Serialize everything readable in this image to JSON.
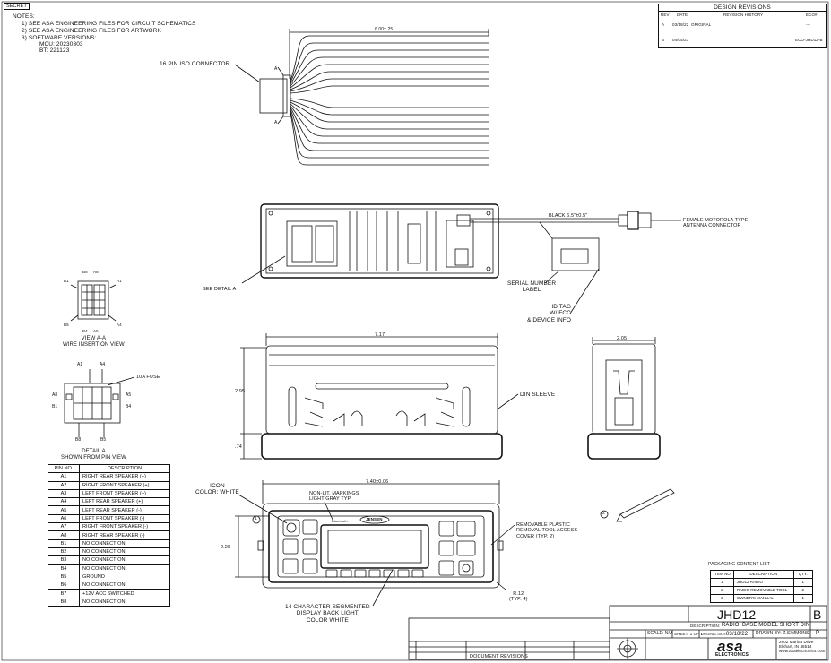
{
  "sheet_tag": "SECRET",
  "notes": {
    "title": "NOTES:",
    "lines": [
      "1) SEE ASA ENGINEERING FILES FOR CIRCUIT SCHEMATICS",
      "2) SEE ASA ENGINEERING FILES FOR ARTWORK",
      "3) SOFTWARE VERSIONS:",
      "MCU: 20230303",
      "BT: 221123"
    ]
  },
  "design_revisions": {
    "title": "DESIGN REVISIONS",
    "headers": [
      "REV",
      "DATE",
      "REVISION HISTORY",
      "ECO#"
    ],
    "rows": [
      [
        "A",
        "03/18/22",
        "ORIGINAL",
        "---"
      ],
      [
        "B",
        "04/05/23",
        "",
        "ECO-JHD12-B"
      ]
    ]
  },
  "callouts": {
    "iso_connector": "16 PIN ISO CONNECTOR",
    "dim_wire_length": "6.00±.25",
    "black_cable": "BLACK 6.5\"±0.5\"",
    "antenna": "FEMALE MOTOROLA TYPE\nANTENNA CONNECTOR",
    "serial": "SERIAL NUMBER\nLABEL",
    "id_tag": "ID TAG\nW/ FCC\n& DEVICE INFO",
    "see_detail": "SEE DETAIL A",
    "din_sleeve": "DIN SLEEVE",
    "icon_color": "ICON\nCOLOR: WHITE",
    "nonlit": "NON-LIT. MARKINGS\nLIGHT GRAY TYP.",
    "removable": "REMOVABLE PLASTIC\nREMOVAL TOOL ACCESS\nCOVER (TYP. 2)",
    "display": "14 CHARACTER SEGMENTED\nDISPLAY BACK LIGHT\nCOLOR WHITE",
    "radius": "R.12\n(TYP. 4)",
    "fuse": "10A FUSE"
  },
  "dimensions": {
    "width_717": "7.17",
    "height_295": "2.95",
    "offset_74": ".74",
    "depth_205": "2.05",
    "front_width": "7.40±0.06",
    "front_height": "2.28"
  },
  "view_aa": {
    "title": "VIEW A-A\nWIRE INSERTION VIEW",
    "labels": [
      "B8",
      "A8",
      "B1",
      "A1",
      "B5",
      "B4",
      "A5",
      "A4"
    ]
  },
  "detail_a": {
    "title": "DETAIL A\nSHOWN FROM PIN VIEW",
    "labels": [
      "A1",
      "A4",
      "A8",
      "A5",
      "B1",
      "B4",
      "B8",
      "B5"
    ]
  },
  "pin_table": {
    "headers": [
      "PIN NO.",
      "DESCRIPTION"
    ],
    "rows": [
      [
        "A1",
        "RIGHT REAR SPEAKER (+)"
      ],
      [
        "A2",
        "RIGHT FRONT SPEAKER (+)"
      ],
      [
        "A3",
        "LEFT FRONT SPEAKER (+)"
      ],
      [
        "A4",
        "LEFT REAR SPEAKER (+)"
      ],
      [
        "A5",
        "LEFT REAR SPEAKER (-)"
      ],
      [
        "A6",
        "LEFT FRONT SPEAKER (-)"
      ],
      [
        "A7",
        "RIGHT FRONT SPEAKER (-)"
      ],
      [
        "A8",
        "RIGHT REAR SPEAKER (-)"
      ],
      [
        "B1",
        "NO CONNECTION"
      ],
      [
        "B2",
        "NO CONNECTION"
      ],
      [
        "B3",
        "NO CONNECTION"
      ],
      [
        "B4",
        "NO CONNECTION"
      ],
      [
        "B5",
        "GROUND"
      ],
      [
        "B6",
        "NO CONNECTION"
      ],
      [
        "B7",
        "+12V ACC SWITCHED"
      ],
      [
        "B8",
        "NO CONNECTION"
      ]
    ]
  },
  "packaging": {
    "title": "PACKAGING CONTENT LIST",
    "headers": [
      "ITEM NO",
      "DESCRIPTION",
      "QTY."
    ],
    "rows": [
      [
        "1",
        "JHD12 RADIO",
        "1"
      ],
      [
        "2",
        "RADIO REMOVABLE TOOL",
        "2"
      ],
      [
        "3",
        "OWNER'S MANUAL",
        "1"
      ]
    ]
  },
  "title_block": {
    "part_no": "JHD12",
    "rev": "B",
    "description_label": "DESCRIPTION:",
    "description": "RADIO, BASE MODEL SHORT DIN",
    "scale": "SCALE: N/A",
    "sheet": "SHEET: 1 OF 1",
    "date_label": "ORIGINAL DATE:",
    "date": "03/18/22",
    "drawn": "DRAWN BY: Z.SIMMONS",
    "size": "P",
    "logo": "asa",
    "logo_sub": "ELECTRONICS",
    "address": "2602 Marina Drive\nElkhart, IN 46514\nwww.asaelectronics.com",
    "doc_revisions": "DOCUMENT REVISIONS"
  },
  "balloons": [
    "1",
    "2"
  ],
  "front_panel": {
    "brand": "JENSEN",
    "bluetooth": "Bluetooth"
  }
}
